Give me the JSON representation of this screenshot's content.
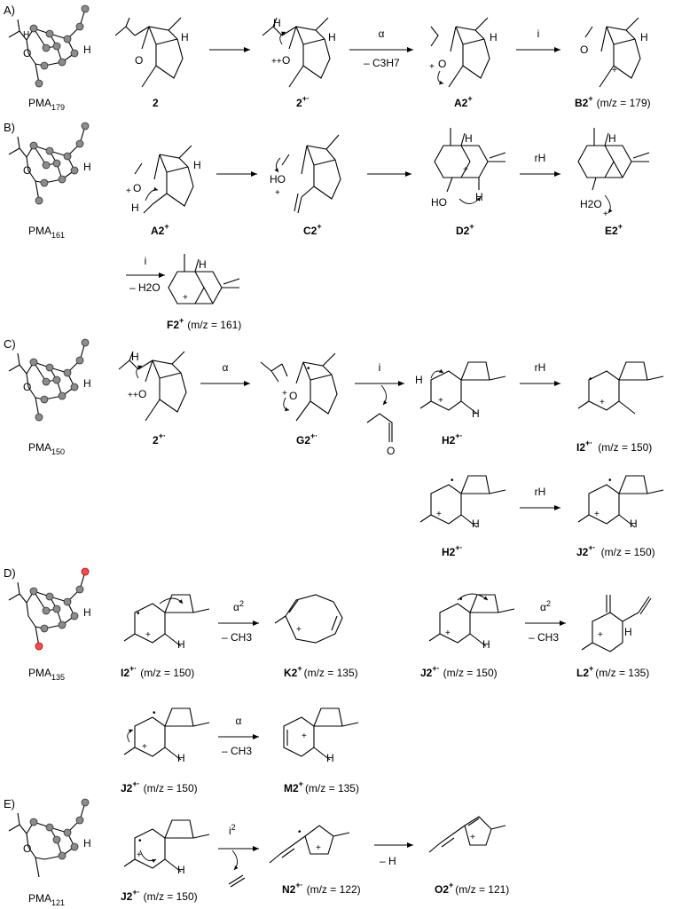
{
  "sections": {
    "A": {
      "label": "A)",
      "pma": "PMA",
      "pma_sub": "179"
    },
    "B": {
      "label": "B)",
      "pma": "PMA",
      "pma_sub": "161"
    },
    "C": {
      "label": "C)",
      "pma": "PMA",
      "pma_sub": "150"
    },
    "D": {
      "label": "D)",
      "pma": "PMA",
      "pma_sub": "135"
    },
    "E": {
      "label": "E)",
      "pma": "PMA",
      "pma_sub": "121"
    }
  },
  "compounds": {
    "c2": "2",
    "c2r": "2",
    "A2": "A2",
    "B2": "B2",
    "B2_mz": "(m/z = 179)",
    "A2b": "A2",
    "C2": "C2",
    "D2": "D2",
    "E2": "E2",
    "F2": "F2",
    "F2_mz": "(m/z = 161)",
    "c2c": "2",
    "G2": "G2",
    "H2": "H2",
    "I2": "I2",
    "I2_mz": "(m/z = 150)",
    "H2b": "H2",
    "J2": "J2",
    "J2_mz": "(m/z = 150)",
    "I2d": "I2",
    "I2d_mz": "(m/z = 150)",
    "K2": "K2",
    "K2_mz": "(m/z = 135)",
    "J2d": "J2",
    "J2d_mz": "(m/z = 150)",
    "L2": "L2",
    "L2_mz": "(m/z = 135)",
    "J2e": "J2",
    "J2e_mz": "(m/z = 150)",
    "M2": "M2",
    "M2_mz": "(m/z = 135)",
    "J2f": "J2",
    "J2f_mz": "(m/z = 150)",
    "N2": "N2",
    "N2_mz": "(m/z = 122)",
    "O2": "O2",
    "O2_mz": "(m/z = 121)"
  },
  "arrows": {
    "alpha": "α",
    "i": "i",
    "rH": "rH",
    "alpha2": "α",
    "loss_C3H7": "– C3H7",
    "loss_H2O": "– H2O",
    "loss_CH3": "– CH3",
    "loss_H": "– H",
    "i2": "i"
  },
  "atoms": {
    "H": "H",
    "O": "O",
    "HO": "HO",
    "H2O": "H2O",
    "plus": "+",
    "dot": "•"
  }
}
